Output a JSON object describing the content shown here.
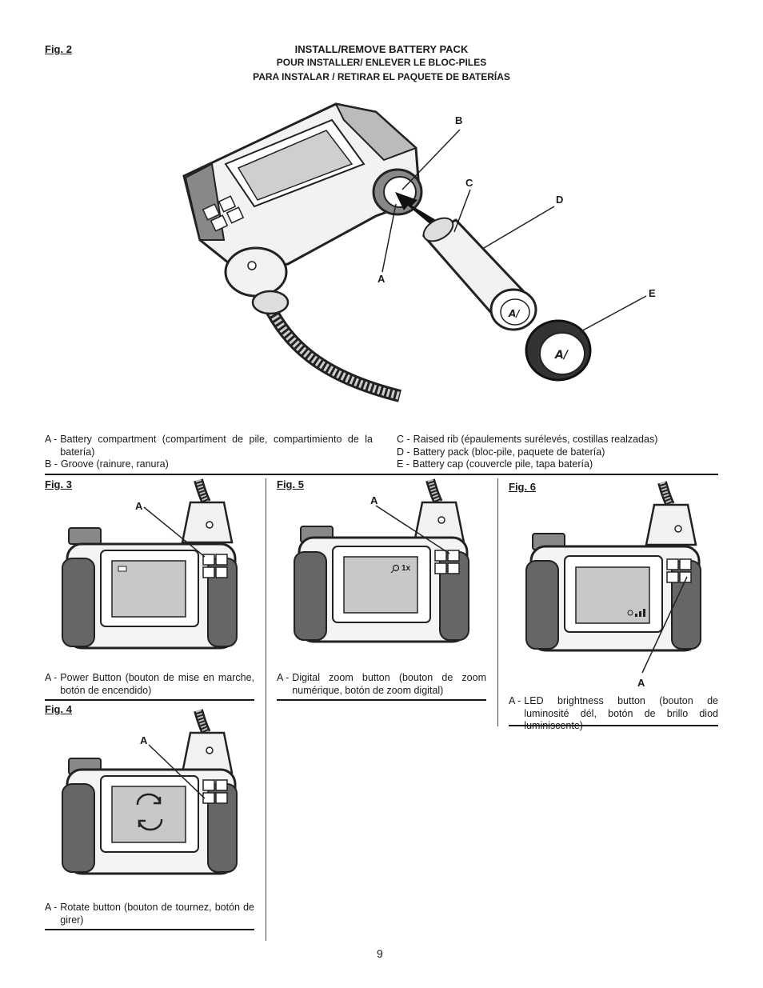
{
  "fig2": {
    "label": "Fig. 2",
    "title_en": "INSTALL/REMOVE BATTERY PACK",
    "title_fr": "POUR INSTALLER/ ENLEVER LE BLOC-PILES",
    "title_es": "PARA INSTALAR / RETIRAR EL PAQUETE DE BATERÍAS",
    "callouts": [
      "A",
      "B",
      "C",
      "D",
      "E"
    ],
    "legend_left": [
      {
        "key": "A -",
        "text": "Battery compartment (compartiment de pile, compartimiento de la batería)"
      },
      {
        "key": "B -",
        "text": "Groove (rainure, ranura)"
      }
    ],
    "legend_right": [
      {
        "key": "C -",
        "text": "Raised rib (épaulements surélevés, costillas realzadas)"
      },
      {
        "key": "D -",
        "text": "Battery pack (bloc-pile, paquete de batería)"
      },
      {
        "key": "E -",
        "text": "Battery cap (couvercle pile, tapa batería)"
      }
    ]
  },
  "fig3": {
    "label": "Fig. 3",
    "callout": "A",
    "legend": [
      {
        "key": "A -",
        "text": "Power Button (bouton de mise en marche, botón de encendido)"
      }
    ]
  },
  "fig4": {
    "label": "Fig. 4",
    "callout": "A",
    "legend": [
      {
        "key": "A -",
        "text": "Rotate button (bouton de tournez, botón de girer)"
      }
    ]
  },
  "fig5": {
    "label": "Fig. 5",
    "callout": "A",
    "zoom_readout": "1x",
    "legend": [
      {
        "key": "A -",
        "text": "Digital zoom button (bouton de zoom numérique, botón de zoom digital)"
      }
    ]
  },
  "fig6": {
    "label": "Fig. 6",
    "callout": "A",
    "legend": [
      {
        "key": "A -",
        "text": "LED brightness button (bouton de luminosité dél, botón de brillo diod luminiscente)"
      }
    ]
  },
  "page_number": "9"
}
